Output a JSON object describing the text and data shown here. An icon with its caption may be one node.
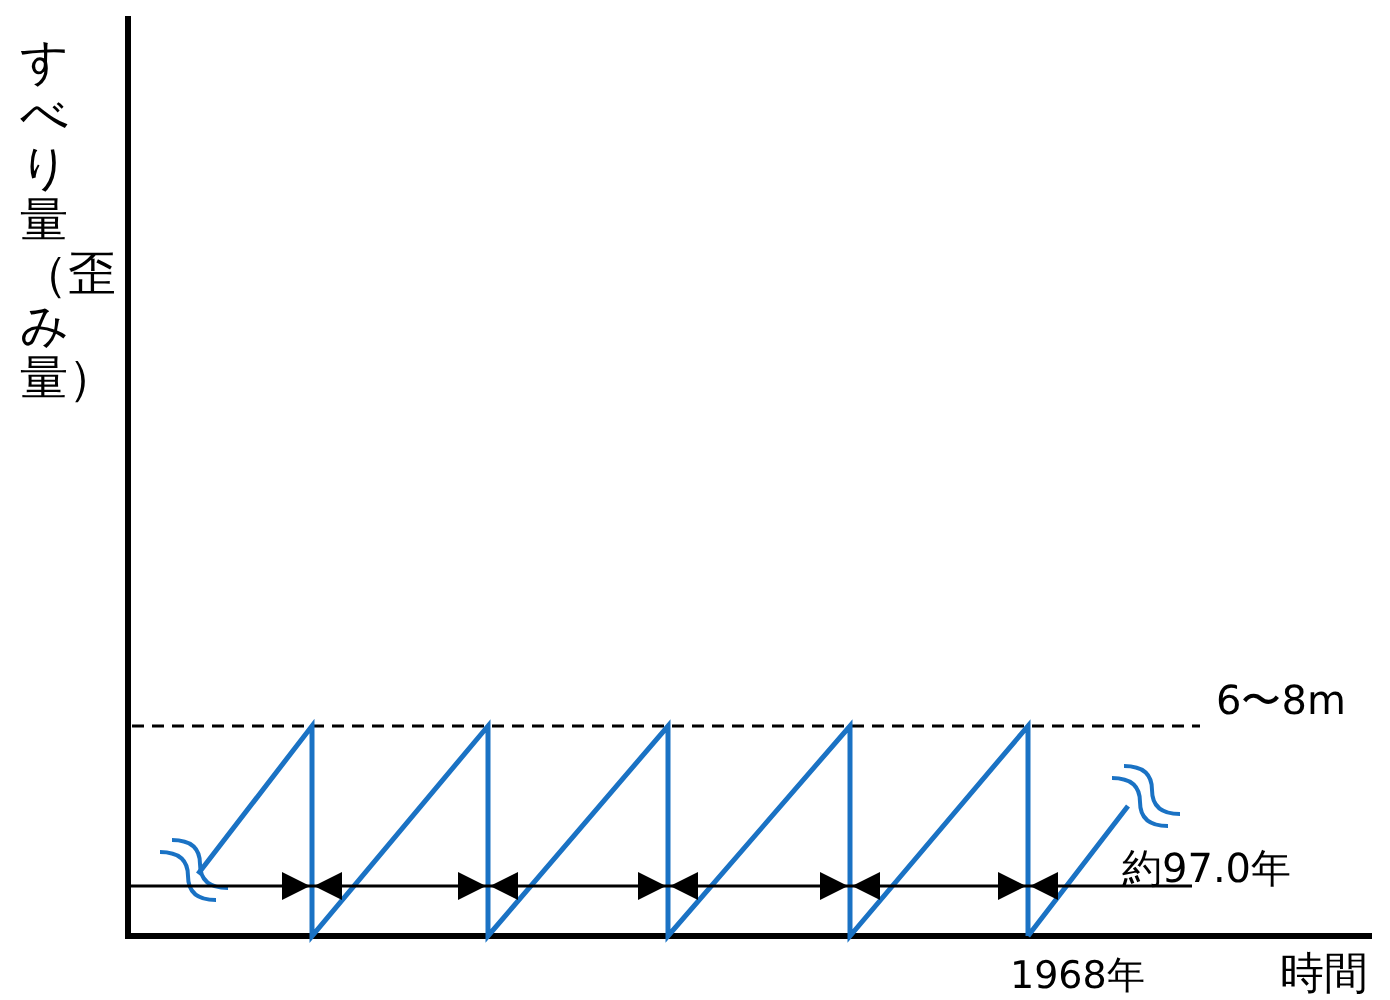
{
  "diagram": {
    "labels": [
      "すべり量（歪み量）",
      "6〜8m",
      "約97.0年",
      "1968年",
      "時間"
    ]
  }
}
